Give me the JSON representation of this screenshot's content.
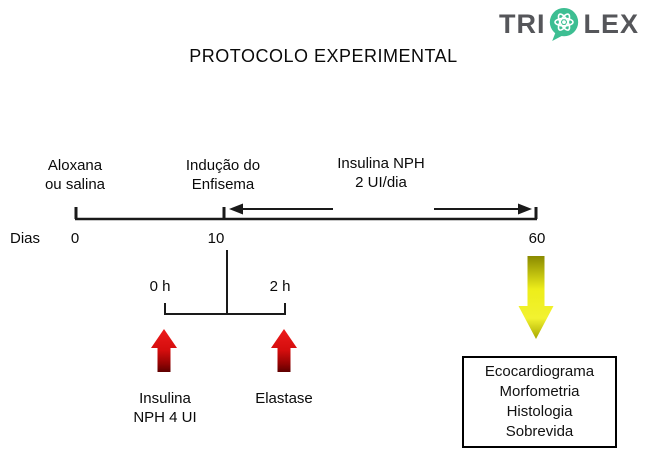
{
  "logo": {
    "prefix": "TRI",
    "suffix": "LEX",
    "bubble_color": "#3dbe92",
    "text_color": "#55565a"
  },
  "title": "PROTOCOLO EXPERIMENTAL",
  "timeline": {
    "axis_label": "Dias",
    "tick_labels": [
      "0",
      "10",
      "60"
    ],
    "phases": [
      {
        "label": "Aloxana\nou salina"
      },
      {
        "label": "Indução do\nEnfisema"
      },
      {
        "label": "Insulina NPH\n2 UI/dia"
      }
    ]
  },
  "branch": {
    "labels": [
      "0 h",
      "2 h"
    ]
  },
  "interventions": [
    {
      "label": "Insulina\nNPH 4 UI"
    },
    {
      "label": "Elastase"
    }
  ],
  "outcome_box": {
    "lines": [
      "Ecocardiograma",
      "Morfometria",
      "Histologia",
      "Sobrevida"
    ]
  },
  "colors": {
    "red_arrow_top": "#e81212",
    "red_arrow_bottom": "#5e0000",
    "yellow_arrow_bright": "#f2f21c",
    "yellow_arrow_dark": "#8a8a00",
    "line_color": "#1a1a1a"
  }
}
